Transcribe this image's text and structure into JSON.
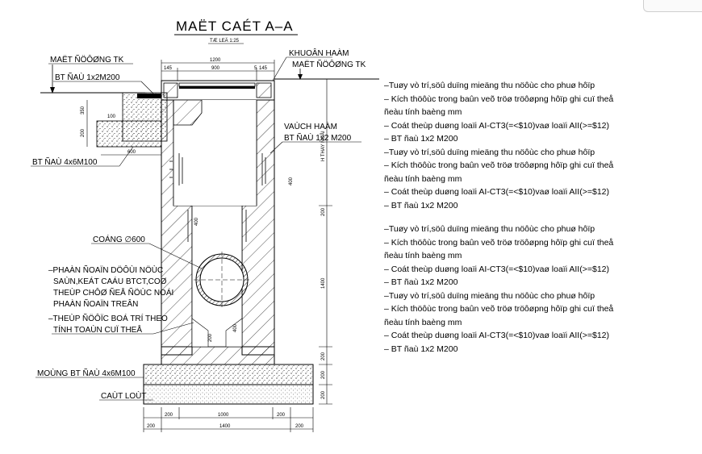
{
  "title": "MAËT CAÉT A–A",
  "scale": "TÆ LEÄ 1:25",
  "labels": {
    "ground_tk_left": "MAËT ÑÖÔØNG TK",
    "concrete_top": "BT ÑAÙ 1x2M200",
    "concrete_wall": "BT ÑAÙ 4x6M100",
    "frame": "KHUOÂN HAÀM",
    "ground_tk_right": "MAËT ÑÖÔØNG TK",
    "wall_a": "VAÙCH HAÀM",
    "wall_b": "BT ÑAÙ 1x2 M200",
    "pipe": "COÁNG ∅600",
    "note_lines": [
      "–PHAÀN ÑOAÏN DÖÔÙI NÖÙC",
      "SAÙN,KEÁT CAÁU BTCT,COØ",
      "THEÙP CHÔØ ÑEÅ ÑÖÙC NOÁI",
      "PHAÀN ÑOAÏN TREÂN",
      "–THEÙP ÑÖÔÏC BOÁ TRÍ THEO",
      "TÍNH TOAÙN CUÏ THEÅ"
    ],
    "foundation": "MOÙNG BT ÑAÙ 4x6M100",
    "sand": "CAÙT LOÙT",
    "h_label": "H THAY ÑOÅI"
  },
  "dimensions": {
    "top_total": "1200",
    "top_left": "145",
    "top_mid": "900",
    "top_right": "145",
    "top_extra": "5",
    "bottom_total": "1400",
    "bottom_left": "200",
    "bottom_mid": "1000",
    "bottom_right": "200",
    "outer_left": "200",
    "outer_right": "200",
    "slab_600": "600",
    "d100": "100",
    "d350": "350",
    "d200a": "200",
    "d400a": "400",
    "d400b": "400",
    "d400c": "400",
    "d200b": "200",
    "d200c": "200",
    "d1400": "1400",
    "d200d": "200",
    "d200e": "200",
    "d200f": "200",
    "d200g": "200"
  },
  "notes": [
    [
      "–Tuøy vò trí,söû duïng  mieäng thu nöôùc cho phuø hôïp",
      "– Kích thöôùc trong baûn veõ tröø tröôøpng hôïp ghi cuï theå",
      "ñeàu tính baèng mm",
      "– Coát theùp duøng loaïi AI-CT3(=<$10)vaø loaïi AII(>=$12)",
      "– BT ñaù 1x2 M200",
      "–Tuøy vò trí,söû duïng  mieäng thu nöôùc cho phuø hôïp",
      "– Kích thöôùc trong baûn veõ tröø tröôøpng hôïp ghi cuï theå",
      "ñeàu tính baèng mm",
      "– Coát theùp duøng loaïi AI-CT3(=<$10)vaø loaïi AII(>=$12)",
      "– BT ñaù 1x2 M200"
    ],
    [
      "–Tuøy vò trí,söû duïng  mieäng thu nöôùc cho phuø hôïp",
      "– Kích thöôùc trong baûn veõ tröø tröôøpng hôïp ghi cuï theå",
      "ñeàu tính baèng mm",
      "– Coát theùp duøng loaïi AI-CT3(=<$10)vaø loaïi AII(>=$12)",
      "– BT ñaù 1x2 M200",
      "–Tuøy vò trí,söû duïng  mieäng thu nöôùc cho phuø hôïp",
      "– Kích thöôùc trong baûn veõ tröø tröôøpng hôïp ghi cuï theå",
      "ñeàu tính baèng mm",
      "– Coát theùp duøng loaïi AI-CT3(=<$10)vaø loaïi AII(>=$12)",
      "– BT ñaù 1x2 M200"
    ]
  ]
}
